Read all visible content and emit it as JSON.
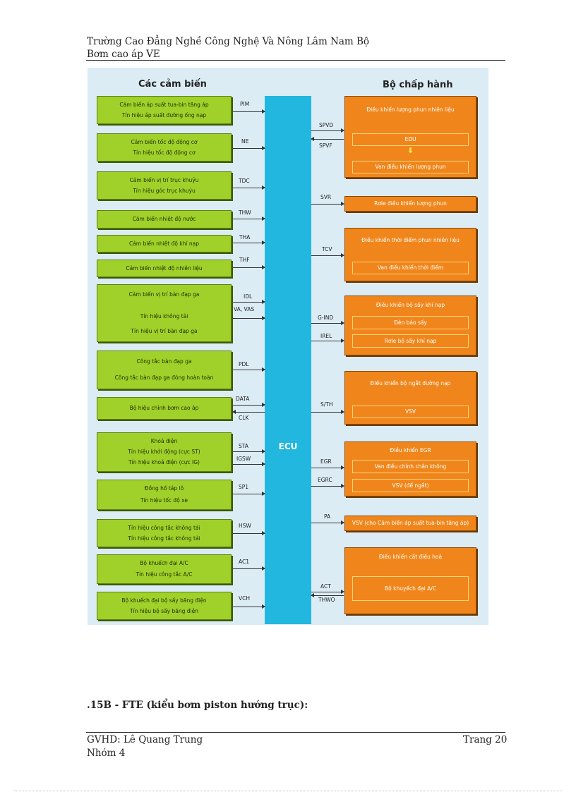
{
  "header": {
    "school": "Trường Cao Đẳng Nghề Công Nghệ Và Nông Lâm Nam Bộ",
    "subject": "Bơm cao áp VE"
  },
  "diagram": {
    "sensors_title": "Các cảm biến",
    "actuators_title": "Bộ chấp hành",
    "ecu_label": "ECU",
    "sensors": [
      {
        "lines": [
          "Cảm biến áp suất tua-bin tăng áp",
          "Tín hiệu áp suất đường ống nạp"
        ],
        "signals": [
          "PIM"
        ]
      },
      {
        "lines": [
          "Cảm biến tốc độ động cơ",
          "Tín hiệu tốc độ động cơ"
        ],
        "signals": [
          "NE"
        ]
      },
      {
        "lines": [
          "Cảm biến vị trí trục khuỷu",
          "Tín hiệu góc trục khuỷu"
        ],
        "signals": [
          "TDC"
        ]
      },
      {
        "lines": [
          "Cảm biến nhiệt độ nước"
        ],
        "signals": [
          "THW"
        ]
      },
      {
        "lines": [
          "Cảm biến nhiệt độ khí nạp"
        ],
        "signals": [
          "THA"
        ]
      },
      {
        "lines": [
          "Cảm biến nhiệt độ nhiên liệu"
        ],
        "signals": [
          "THF"
        ]
      },
      {
        "lines": [
          "Cảm biến vị trí bàn đạp ga",
          "Tín hiệu không tải",
          "Tín hiệu vị trí bàn đạp ga"
        ],
        "signals": [
          "IDL",
          "VA, VAS"
        ]
      },
      {
        "lines": [
          "Công tắc bàn đạp ga",
          "Công tắc bàn đạp ga đóng hoàn toàn"
        ],
        "signals": [
          "PDL"
        ]
      },
      {
        "lines": [
          "Bộ hiệu chỉnh bơm cao áp"
        ],
        "signals": [
          "DATA",
          "CLK"
        ]
      },
      {
        "lines": [
          "Khoá điện",
          "Tín hiệu khởi động (cực ST)",
          "Tín hiệu khoá điện (cực IG)"
        ],
        "signals": [
          "STA",
          "IGSW"
        ]
      },
      {
        "lines": [
          "Đồng hồ táp lô",
          "Tín hiệu tốc độ xe"
        ],
        "signals": [
          "SP1"
        ]
      },
      {
        "lines": [
          "Tín hiệu công tắc không tải",
          "Tín hiệu công tắc không tải"
        ],
        "signals": [
          "HSW"
        ]
      },
      {
        "lines": [
          "Bộ khuếch đại A/C",
          "Tín hiệu công tắc A/C"
        ],
        "signals": [
          "AC1"
        ]
      },
      {
        "lines": [
          "Bộ khuếch đại bộ sấy băng điện",
          "Tín hiệu bộ sấy băng điện"
        ],
        "signals": [
          "VCH"
        ]
      }
    ],
    "actuators": [
      {
        "title": "Điều khiển lượng phun nhiên liệu",
        "inner": [
          "EDU",
          "Van điều khiển lượng phun"
        ],
        "signals": [
          "SPVD",
          "SPVF"
        ]
      },
      {
        "title": "Rơle điều khiển lượng phun",
        "inner": [],
        "signals": [
          "SVR"
        ]
      },
      {
        "title": "Điều khiển thời điểm phun nhiên liệu",
        "inner": [
          "Van điều khiển thời điểm"
        ],
        "signals": [
          "TCV"
        ]
      },
      {
        "title": "Điều khiển bộ sấy khí nạp",
        "inner": [
          "Đèn báo sấy",
          "Rơle bộ sấy khí nạp"
        ],
        "signals": [
          "G-IND",
          "IREL"
        ]
      },
      {
        "title": "Điều khiển bộ ngắt đường nạp",
        "inner": [
          "VSV"
        ],
        "signals": [
          "S/TH"
        ]
      },
      {
        "title": "Điều khiển EGR",
        "inner": [
          "Van điều chỉnh chân không",
          "VSV (để ngắt)"
        ],
        "signals": [
          "EGR",
          "EGRC"
        ]
      },
      {
        "title": "VSV (cho Cảm biến áp suất tua-bin tăng áp)",
        "inner": [],
        "signals": [
          "PA"
        ]
      },
      {
        "title": "Điều khiển cắt điều hoà",
        "inner": [
          "Bộ khuyếch đại A/C"
        ],
        "signals": [
          "ACT",
          "THWO"
        ]
      }
    ]
  },
  "caption": ".15B - FTE (kiểu bơm piston hướng trục):",
  "footer": {
    "instructor": "GVHD: Lê Quang Trung",
    "page": "Trang 20",
    "group": "Nhóm 4"
  }
}
